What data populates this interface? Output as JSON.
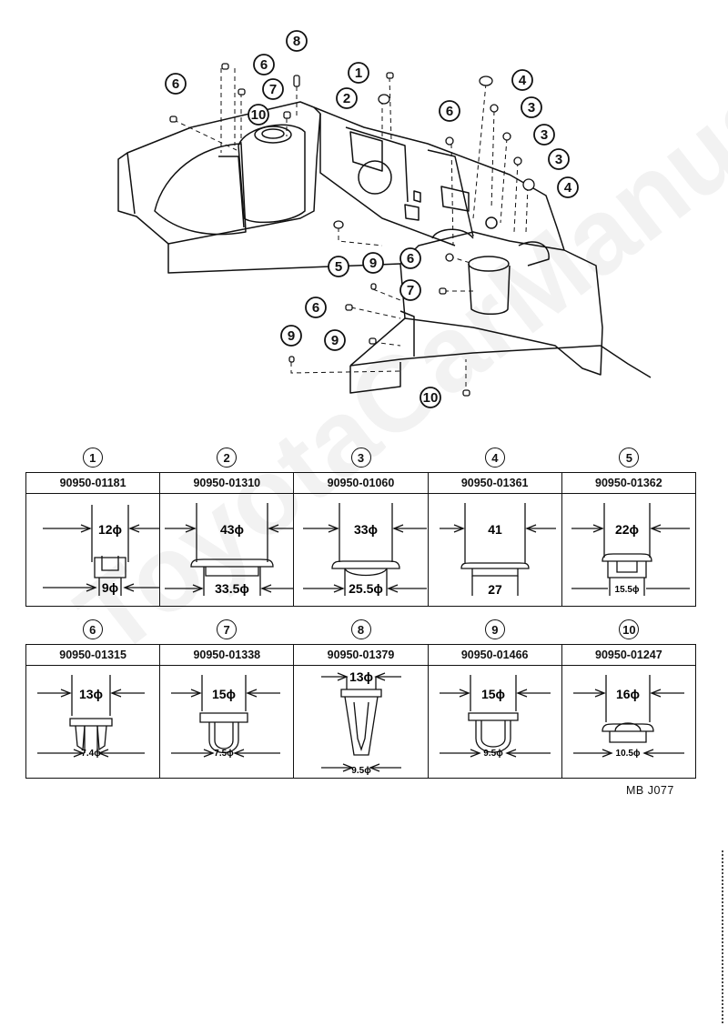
{
  "watermark": "ToyotaCarManual.ru",
  "diagram": {
    "callouts": [
      {
        "id": "c1",
        "num": "1"
      },
      {
        "id": "c2",
        "num": "2"
      },
      {
        "id": "c3a",
        "num": "3"
      },
      {
        "id": "c3b",
        "num": "3"
      },
      {
        "id": "c3c",
        "num": "3"
      },
      {
        "id": "c4a",
        "num": "4"
      },
      {
        "id": "c4b",
        "num": "4"
      },
      {
        "id": "c5",
        "num": "5"
      },
      {
        "id": "c6a",
        "num": "6"
      },
      {
        "id": "c6b",
        "num": "6"
      },
      {
        "id": "c6c",
        "num": "6"
      },
      {
        "id": "c6d",
        "num": "6"
      },
      {
        "id": "c6e",
        "num": "6"
      },
      {
        "id": "c7a",
        "num": "7"
      },
      {
        "id": "c7b",
        "num": "7"
      },
      {
        "id": "c8",
        "num": "8"
      },
      {
        "id": "c9a",
        "num": "9"
      },
      {
        "id": "c9b",
        "num": "9"
      },
      {
        "id": "c9c",
        "num": "9"
      },
      {
        "id": "c10a",
        "num": "10"
      },
      {
        "id": "c10b",
        "num": "10"
      }
    ]
  },
  "parts": [
    {
      "num": "1",
      "part_no": "90950-01181",
      "dim_top": "12ϕ",
      "dim_bottom": "9ϕ"
    },
    {
      "num": "2",
      "part_no": "90950-01310",
      "dim_top": "43ϕ",
      "dim_bottom": "33.5ϕ"
    },
    {
      "num": "3",
      "part_no": "90950-01060",
      "dim_top": "33ϕ",
      "dim_bottom": "25.5ϕ"
    },
    {
      "num": "4",
      "part_no": "90950-01361",
      "dim_top": "41",
      "dim_bottom": "27"
    },
    {
      "num": "5",
      "part_no": "90950-01362",
      "dim_top": "22ϕ",
      "dim_bottom": "15.5ϕ"
    },
    {
      "num": "6",
      "part_no": "90950-01315",
      "dim_top": "13ϕ",
      "dim_bottom": "7.4ϕ"
    },
    {
      "num": "7",
      "part_no": "90950-01338",
      "dim_top": "15ϕ",
      "dim_bottom": "7.5ϕ"
    },
    {
      "num": "8",
      "part_no": "90950-01379",
      "dim_top": "13ϕ",
      "dim_bottom": "9.5ϕ"
    },
    {
      "num": "9",
      "part_no": "90950-01466",
      "dim_top": "15ϕ",
      "dim_bottom": "9.5ϕ"
    },
    {
      "num": "10",
      "part_no": "90950-01247",
      "dim_top": "16ϕ",
      "dim_bottom": "10.5ϕ"
    }
  ],
  "figure_code": "MB J077"
}
